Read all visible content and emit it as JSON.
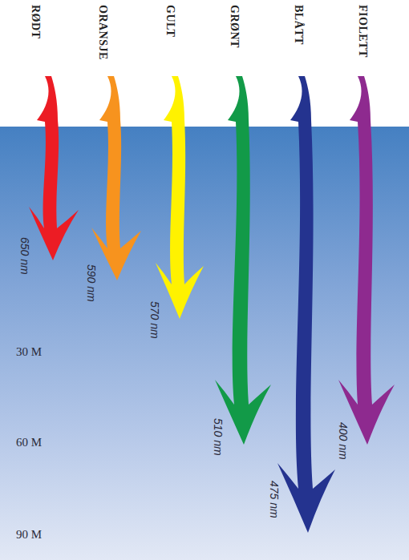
{
  "diagram": {
    "labels": [
      "RØDT",
      "ORANSJE",
      "GULT",
      "GRØNT",
      "BLÅTT",
      "FIOLETT",
      "650 nm",
      "590 nm",
      "570 nm",
      "510 nm",
      "475 nm",
      "400 nm",
      "30 M",
      "60 M",
      "90 M"
    ]
  }
}
